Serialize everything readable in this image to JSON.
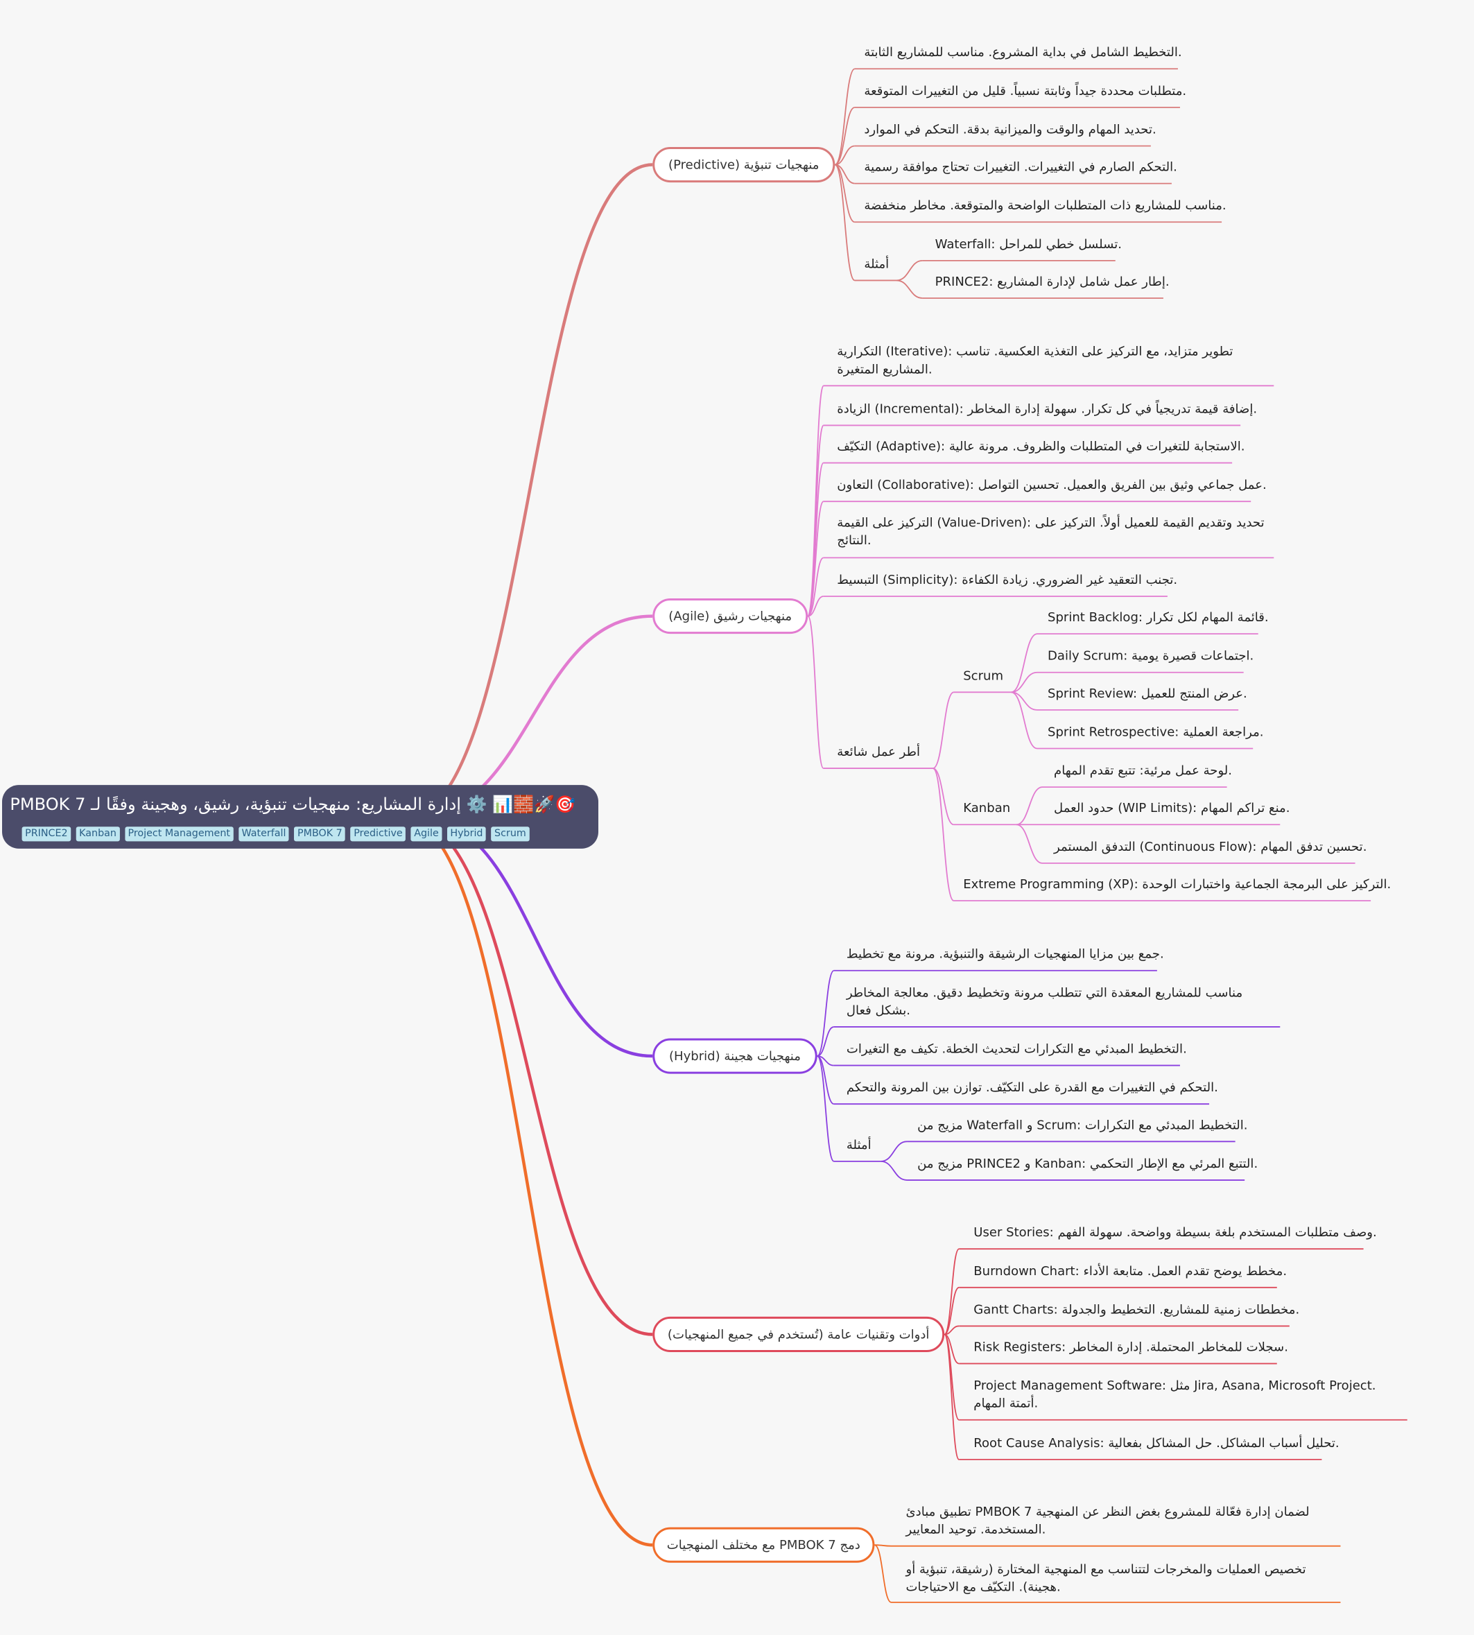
{
  "root": {
    "title": "🎯🚀🧱📊 ⚙️ إدارة المشاريع: منهجيات تنبؤية، رشيق، وهجينة وفقًا لـ PMBOK 7",
    "tags": [
      "PRINCE2",
      "Kanban",
      "Project Management",
      "Waterfall",
      "PMBOK 7",
      "Predictive",
      "Agile",
      "Hybrid",
      "Scrum"
    ]
  },
  "colors": {
    "predictive": "#d97b7b",
    "agile": "#e27bd0",
    "hybrid": "#8a3fe0",
    "tools": "#de4a5b",
    "pmbok": "#f06d2a"
  },
  "branches": {
    "predictive": {
      "label": "منهجيات تنبؤية (Predictive)",
      "items": [
        "التخطيط الشامل في بداية المشروع.  مناسب للمشاريع الثابتة.",
        "متطلبات محددة جيداً وثابتة نسبياً.  قليل من التغييرات المتوقعة.",
        "تحديد المهام والوقت والميزانية بدقة.  التحكم في الموارد.",
        "التحكم الصارم في التغييرات.  التغييرات تحتاج موافقة رسمية.",
        "مناسب للمشاريع ذات المتطلبات الواضحة والمتوقعة.  مخاطر منخفضة."
      ],
      "examples_label": "أمثلة",
      "examples": [
        "Waterfall: تسلسل خطي للمراحل.",
        "PRINCE2:  إطار عمل شامل لإدارة المشاريع."
      ]
    },
    "agile": {
      "label": "منهجيات رشيق (Agile)",
      "items": [
        "التكرارية (Iterative): تطوير متزايد، مع التركيز على التغذية العكسية.  تناسب المشاريع المتغيرة.",
        "الزيادة (Incremental): إضافة قيمة تدريجياً في كل تكرار.  سهولة إدارة المخاطر.",
        "التكيّف (Adaptive): الاستجابة للتغيرات في المتطلبات والظروف.  مرونة عالية.",
        "التعاون (Collaborative): عمل جماعي وثيق بين الفريق والعميل.  تحسين التواصل.",
        "التركيز على القيمة (Value-Driven): تحديد وتقديم القيمة للعميل أولاً.  التركيز على النتائج.",
        "التبسيط (Simplicity): تجنب التعقيد غير الضروري.  زيادة الكفاءة."
      ],
      "frameworks_label": "أطر عمل شائعة",
      "scrum_label": "Scrum",
      "scrum": [
        "Sprint Backlog: قائمة المهام لكل تكرار.",
        "Daily Scrum: اجتماعات قصيرة يومية.",
        "Sprint Review: عرض المنتج للعميل.",
        "Sprint Retrospective: مراجعة العملية."
      ],
      "kanban_label": "Kanban",
      "kanban": [
        "لوحة عمل مرئية: تتبع تقدم المهام.",
        "حدود العمل (WIP Limits): منع تراكم المهام.",
        "التدفق المستمر (Continuous Flow): تحسين تدفق المهام."
      ],
      "xp": "Extreme Programming (XP): التركيز على البرمجة الجماعية واختبارات الوحدة."
    },
    "hybrid": {
      "label": "منهجيات هجينة (Hybrid)",
      "items": [
        "جمع بين مزايا المنهجيات الرشيقة والتنبؤية.  مرونة مع تخطيط.",
        "مناسب للمشاريع المعقدة التي تتطلب مرونة وتخطيط دقيق.  معالجة المخاطر بشكل فعال.",
        "التخطيط المبدئي مع التكرارات لتحديث الخطة.  تكيف مع التغيرات.",
        "التحكم في التغييرات مع القدرة على التكيّف.  توازن بين المرونة والتحكم."
      ],
      "examples_label": "أمثلة",
      "examples": [
        "مزيج من Waterfall و Scrum:  التخطيط المبدئي مع التكرارات.",
        "مزيج من PRINCE2 و Kanban:  التتبع المرئي مع الإطار التحكمي."
      ]
    },
    "tools": {
      "label": "أدوات وتقنيات عامة (تُستخدم في جميع المنهجيات)",
      "items": [
        "User Stories: وصف متطلبات المستخدم بلغة بسيطة وواضحة.  سهولة الفهم.",
        "Burndown Chart: مخطط يوضح تقدم العمل.  متابعة الأداء.",
        "Gantt Charts: مخططات زمنية للمشاريع.  التخطيط والجدولة.",
        "Risk Registers: سجلات للمخاطر المحتملة.  إدارة المخاطر.",
        "Project Management Software:  مثل Jira, Asana, Microsoft Project.  أتمتة المهام.",
        "Root Cause Analysis: تحليل أسباب المشاكل. حل المشاكل بفعالية."
      ]
    },
    "pmbok": {
      "label": "دمج PMBOK 7 مع مختلف المنهجيات",
      "items": [
        "تطبيق مبادئ PMBOK 7  لضمان إدارة فعّالة للمشروع بغض النظر عن المنهجية المستخدمة.  توحيد المعايير.",
        "تخصيص العمليات والمخرجات لتتناسب مع المنهجية المختارة (رشيقة، تنبؤية أو هجينة).  التكيّف مع الاحتياجات."
      ]
    }
  }
}
